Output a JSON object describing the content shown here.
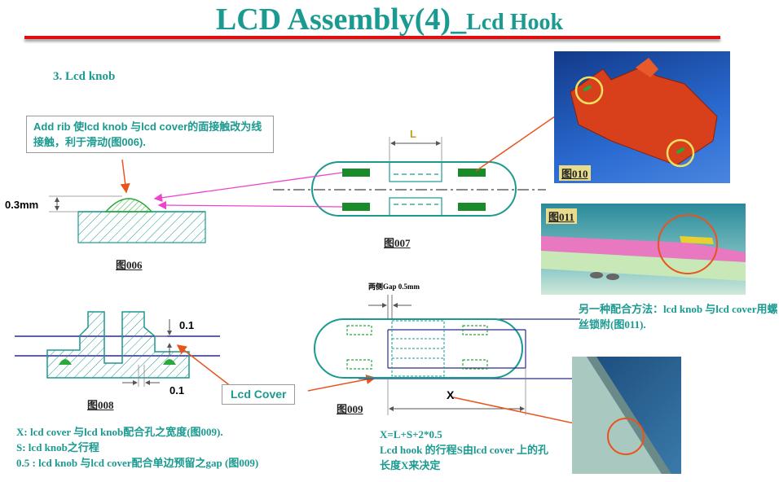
{
  "title_main": "LCD Assembly(4)_",
  "title_sub": "Lcd Hook",
  "section_heading": "3. Lcd knob",
  "callout_rib": "Add rib 使lcd knob 与lcd cover的面接触改为线接触，利于滑动(图006).",
  "dim_03mm": "0.3mm",
  "dim_L": "L",
  "dim_01_top": "0.1",
  "dim_01_bottom": "0.1",
  "gap_label": "两侧Gap 0.5mm",
  "dim_X": "X",
  "callout_lcd_cover": "Lcd Cover",
  "fig006": "图006",
  "fig007": "图007",
  "fig008": "图008",
  "fig009": "图009",
  "fig010": "图010",
  "fig011": "图011",
  "alt_method": "另一种配合方法：lcd knob 与lcd cover用螺丝锁附(图011).",
  "notes": [
    "X: lcd cover 与lcd knob配合孔之宽度(图009).",
    "S: lcd knob之行程",
    "0.5 :  lcd knob 与lcd cover配合单边预留之gap (图009)"
  ],
  "formula": "X=L+S+2*0.5",
  "formula_desc": "Lcd hook 的行程S由lcd cover 上的孔长度X来决定",
  "colors": {
    "teal": "#1a9a90",
    "red": "#e01010",
    "arrow": "#e8541c",
    "pink": "#ee44cc",
    "green": "#1a8a2a",
    "navy": "#2a2a8a"
  }
}
